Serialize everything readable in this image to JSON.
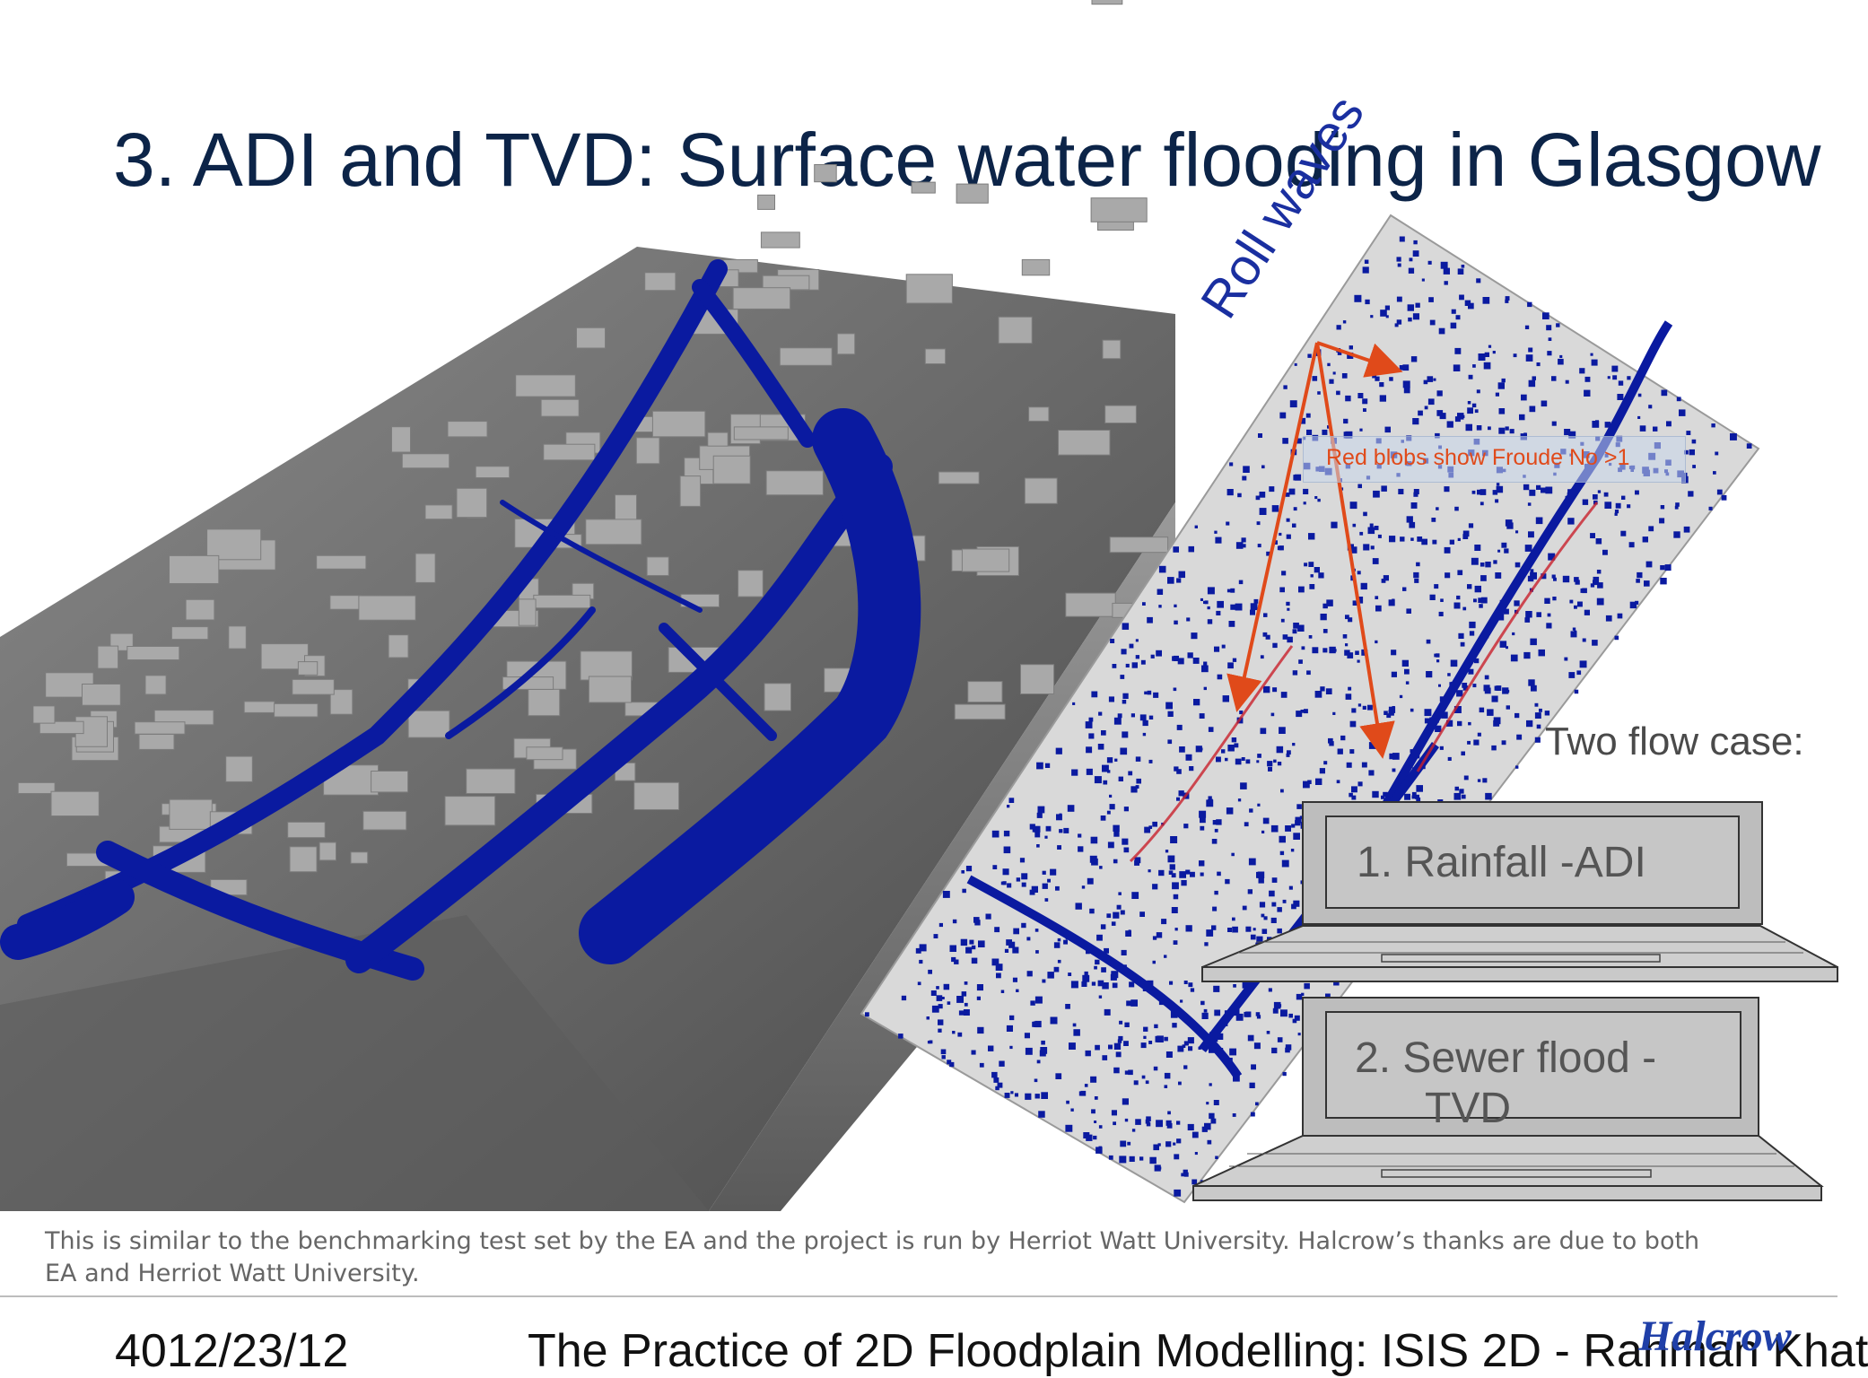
{
  "slide": {
    "title": "3. ADI and TVD: Surface water flooding in Glasgow"
  },
  "figure": {
    "roll_waves_label": "Roll waves",
    "froude_note": "Red blobs show Froude No >1",
    "two_flow_label": "Two flow case:",
    "cases": [
      {
        "label_line1": "1. Rainfall -ADI",
        "label_line2": ""
      },
      {
        "label_line1": "2. Sewer flood -",
        "label_line2": "TVD"
      }
    ],
    "colors": {
      "water": "#0a1aa0",
      "arrow": "#e04a1a",
      "title": "#0c2448"
    }
  },
  "footnote": {
    "text": "This is similar to the benchmarking test set by the EA and the project is run by Herriot Watt University. Halcrow’s thanks are due to both EA and Herriot Watt University."
  },
  "footer": {
    "date": "4012/23/12",
    "title": "The Practice of 2D Floodplain Modelling: ISIS 2D - Rahman Khat",
    "logo": "Halcrow"
  }
}
